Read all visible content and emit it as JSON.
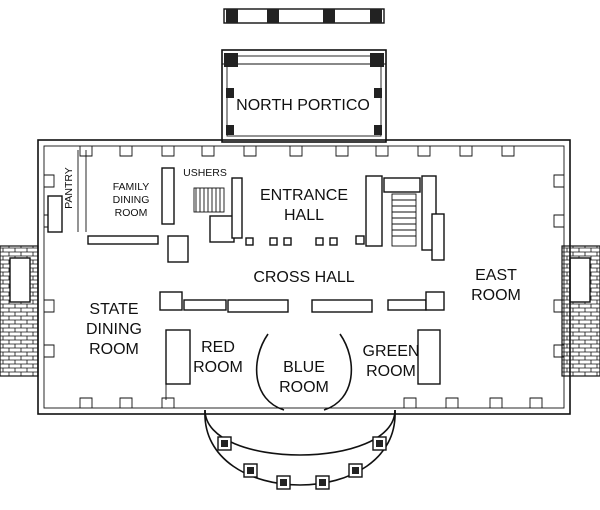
{
  "rooms": {
    "north_portico": [
      "NORTH PORTICO"
    ],
    "pantry": [
      "PANTRY"
    ],
    "family_dining": [
      "FAMILY",
      "DINING",
      "ROOM"
    ],
    "ushers": [
      "USHERS"
    ],
    "entrance_hall": [
      "ENTRANCE",
      "HALL"
    ],
    "cross_hall": [
      "CROSS HALL"
    ],
    "east_room": [
      "EAST",
      "ROOM"
    ],
    "state_dining": [
      "STATE",
      "DINING",
      "ROOM"
    ],
    "red_room": [
      "RED",
      "ROOM"
    ],
    "blue_room": [
      "BLUE",
      "ROOM"
    ],
    "green_room": [
      "GREEN",
      "ROOM"
    ]
  }
}
